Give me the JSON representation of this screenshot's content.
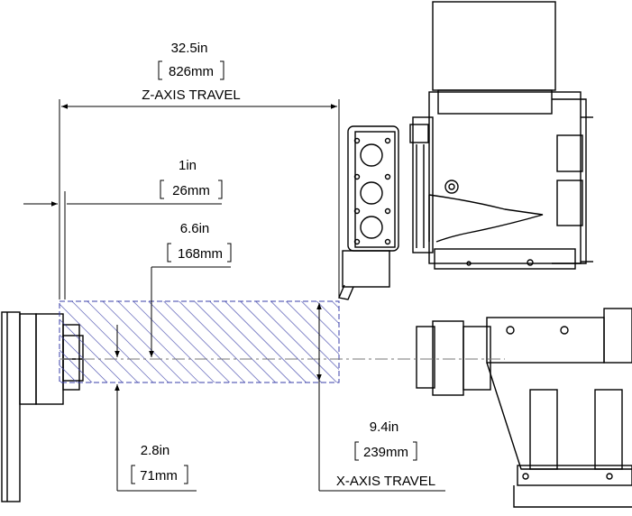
{
  "dimensions": {
    "z_travel": {
      "inch": "32.5in",
      "mm": "826mm",
      "label": "Z-AXIS TRAVEL"
    },
    "offset_1in": {
      "inch": "1in",
      "mm": "26mm"
    },
    "offset_6_6": {
      "inch": "6.6in",
      "mm": "168mm"
    },
    "offset_2_8": {
      "inch": "2.8in",
      "mm": "71mm"
    },
    "x_travel": {
      "inch": "9.4in",
      "mm": "239mm",
      "label": "X-AXIS TRAVEL"
    }
  },
  "colors": {
    "line": "#000000",
    "hatch": "#3a3fa8",
    "centerline": "#777777"
  }
}
